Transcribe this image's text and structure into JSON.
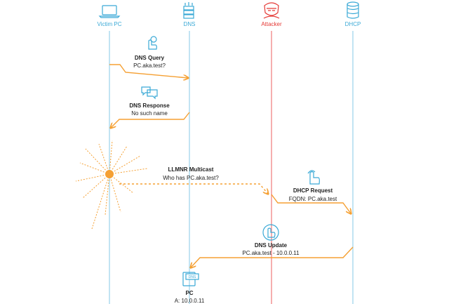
{
  "participants": {
    "victim": {
      "label": "Victim PC",
      "color": "#3aa9d6"
    },
    "dns": {
      "label": "DNS",
      "color": "#3aa9d6"
    },
    "attacker": {
      "label": "Attacker",
      "color": "#e53935"
    },
    "dhcp": {
      "label": "DHCP",
      "color": "#3aa9d6"
    }
  },
  "messages": {
    "dns_query": {
      "title": "DNS Query",
      "detail": "PC.aka.test?"
    },
    "dns_response": {
      "title": "DNS Response",
      "detail": "No such name"
    },
    "llmnr": {
      "title": "LLMNR Multicast",
      "detail": "Who has PC.aka.test?"
    },
    "dhcp_request": {
      "title": "DHCP Request",
      "detail": "FQDN: PC.aka.test"
    },
    "dns_update": {
      "title": "DNS Update",
      "detail": "PC.aka.test - 10.0.0.11"
    }
  },
  "record": {
    "title": "PC",
    "detail": "A: 10.0.0.11",
    "icon_text": "DNS"
  },
  "colors": {
    "arrow": "#f5a033",
    "lifeline": "#a8d8ee",
    "attacker_line": "#f28b8b",
    "icon": "#3aa9d6"
  },
  "icons": [
    "laptop-icon",
    "server-stack-icon",
    "hacker-icon",
    "database-icon",
    "tap-hand-icon",
    "chat-bubbles-icon",
    "refresh-hand-icon",
    "dns-record-icon"
  ]
}
